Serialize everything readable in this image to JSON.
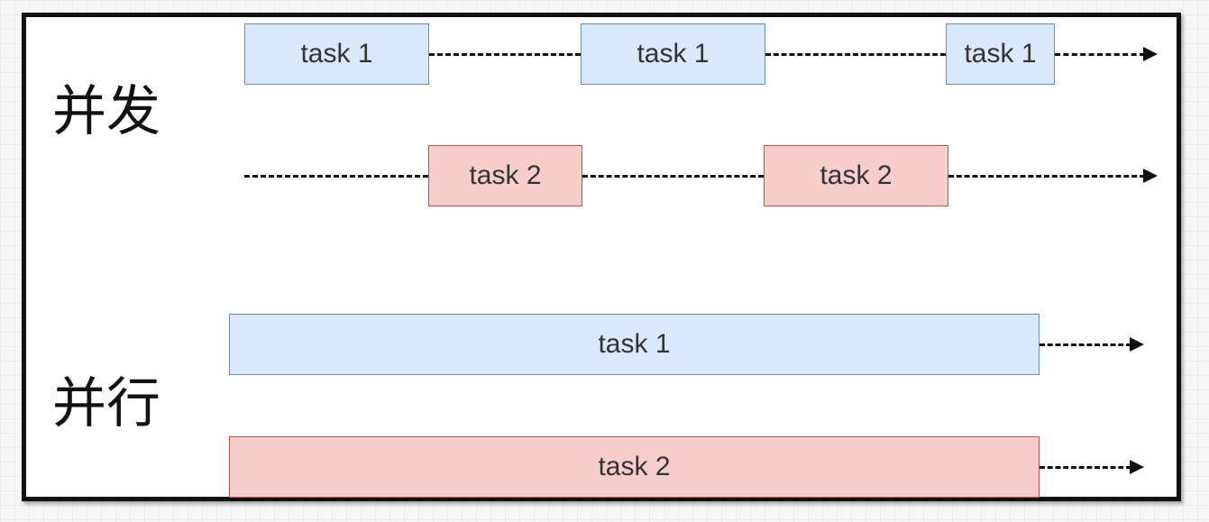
{
  "sections": {
    "concurrency": {
      "label": "并发"
    },
    "parallelism": {
      "label": "并行"
    }
  },
  "task1_label": "task 1",
  "task2_label": "task 2",
  "colors": {
    "task1_fill": "#dae8fc",
    "task1_stroke": "#6c8ebf",
    "task2_fill": "#f8cecc",
    "task2_stroke": "#b85450",
    "timeline": "#111111"
  }
}
